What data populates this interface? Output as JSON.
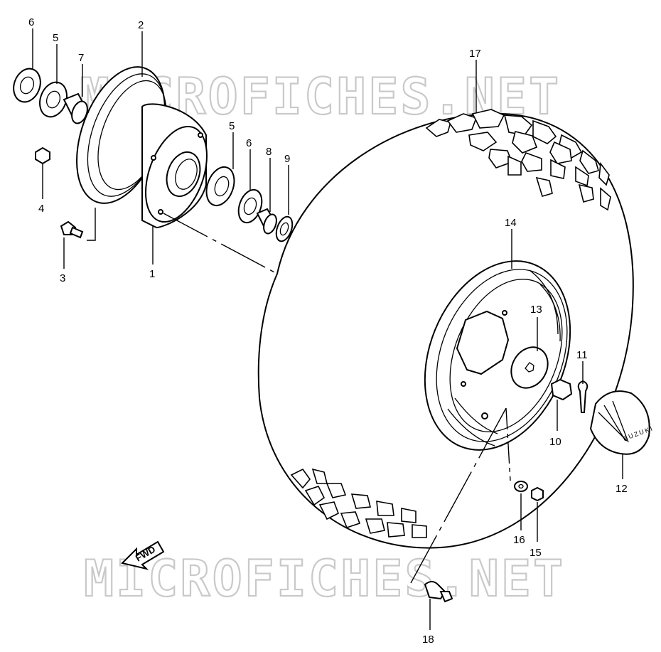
{
  "watermark": "MICROFICHES.NET",
  "direction_label": "FWD",
  "cap_brand": "SUZUKI",
  "callouts": [
    {
      "id": "6a",
      "text": "6"
    },
    {
      "id": "5a",
      "text": "5"
    },
    {
      "id": "7",
      "text": "7"
    },
    {
      "id": "2",
      "text": "2"
    },
    {
      "id": "4",
      "text": "4"
    },
    {
      "id": "3",
      "text": "3"
    },
    {
      "id": "1",
      "text": "1"
    },
    {
      "id": "5b",
      "text": "5"
    },
    {
      "id": "6b",
      "text": "6"
    },
    {
      "id": "8",
      "text": "8"
    },
    {
      "id": "9",
      "text": "9"
    },
    {
      "id": "17",
      "text": "17"
    },
    {
      "id": "14",
      "text": "14"
    },
    {
      "id": "13",
      "text": "13"
    },
    {
      "id": "11",
      "text": "11"
    },
    {
      "id": "10",
      "text": "10"
    },
    {
      "id": "12",
      "text": "12"
    },
    {
      "id": "16",
      "text": "16"
    },
    {
      "id": "15",
      "text": "15"
    },
    {
      "id": "18",
      "text": "18"
    }
  ]
}
